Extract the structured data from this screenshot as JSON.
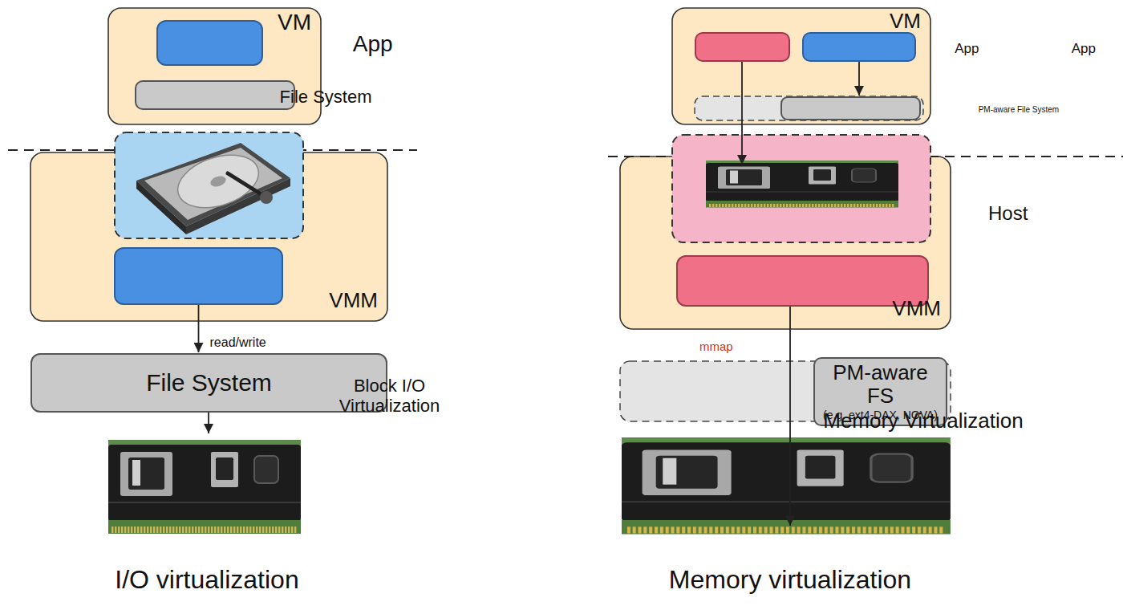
{
  "diagram": {
    "nodes": [
      {
        "text": [
          "VM"
        ]
      },
      {
        "text": [
          "App"
        ],
        "in": 0
      },
      {
        "text": [
          "File System"
        ],
        "in": 0
      },
      {
        "text": [
          "VMM"
        ]
      },
      {
        "text": [
          "Block I/O Virtualization"
        ],
        "in": 3
      },
      {
        "text": [
          "File System"
        ]
      },
      {
        "text": [
          "VM"
        ]
      },
      {
        "text": [
          "App"
        ],
        "in": 6
      },
      {
        "text": [
          "App"
        ],
        "in": 6
      },
      {
        "text": [
          "PM-aware File System"
        ],
        "in": 6
      },
      {
        "text": [
          "VMM"
        ]
      },
      {
        "text": [
          "Memory Virtualization"
        ],
        "in": 10
      },
      {
        "text": [
          "PM-aware FS",
          "(e.g. ext4-DAX, NOVA)"
        ]
      }
    ],
    "edges": [
      {
        "from": 4,
        "to": 5,
        "arrow": "to",
        "label": "read/write"
      },
      {
        "from": 8,
        "to": 9,
        "arrow": "to"
      }
    ],
    "labels": [
      "Host",
      "mmap",
      "I/O virtualization",
      "Memory virtualization"
    ]
  }
}
